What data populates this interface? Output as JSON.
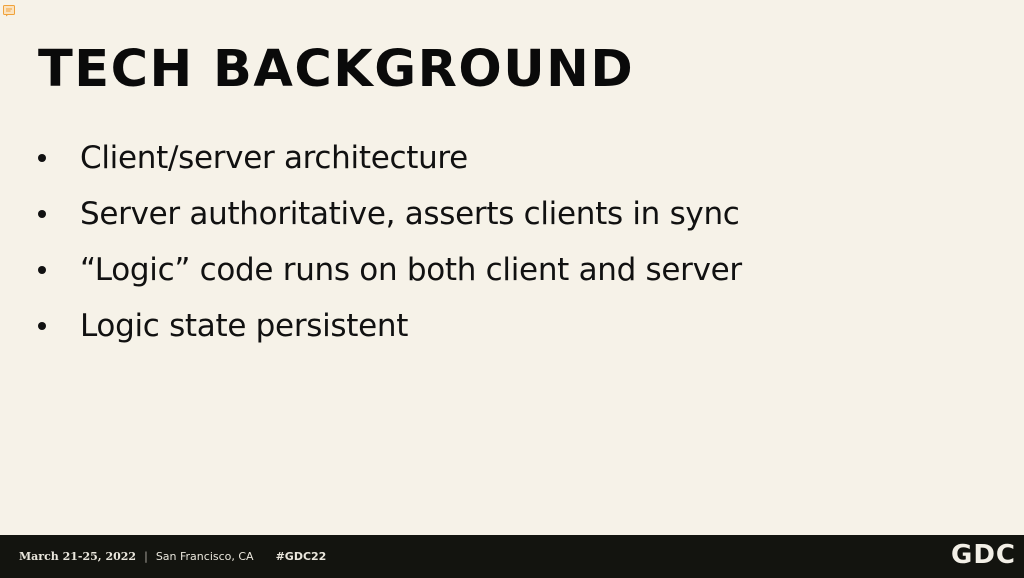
{
  "slide": {
    "title": "TECH BACKGROUND",
    "bullets": [
      "Client/server architecture",
      "Server authoritative, asserts clients in sync",
      "“Logic” code runs on both client and server",
      "Logic state persistent"
    ]
  },
  "footer": {
    "date": "March 21-25, 2022",
    "separator": "|",
    "location": "San Francisco, CA",
    "hashtag": "#GDC22",
    "logo": "GDC"
  },
  "colors": {
    "background": "#f6f2e8",
    "footer_bg": "#13140f",
    "comment_icon": "#f0a23a"
  },
  "icons": {
    "top_left": "comment-icon"
  }
}
